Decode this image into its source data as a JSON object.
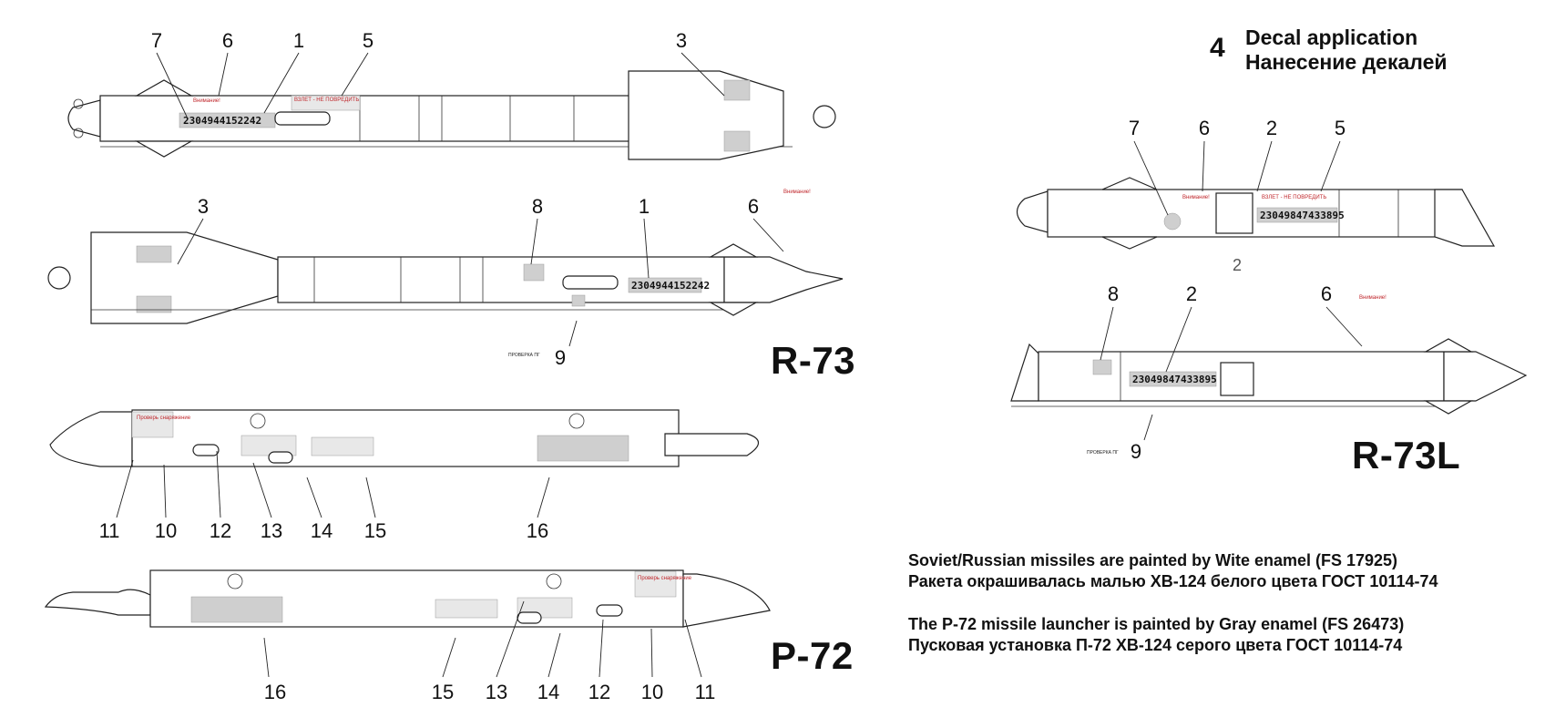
{
  "header": {
    "step_number": "4",
    "title_en": "Decal application",
    "title_ru": "Нанесение декалей"
  },
  "designations": {
    "r73": "R-73",
    "r73l": "R-73L",
    "p72": "P-72"
  },
  "notes": {
    "line1_en": "Soviet/Russian missiles are painted by Wite enamel (FS 17925)",
    "line1_ru": "Ракета окрашивалась малью ХВ-124 белого цвета ГОСТ 10114-74",
    "line2_en": "The P-72 missile launcher is painted by Gray enamel (FS 26473)",
    "line2_ru": "Пусковая установка П-72 ХВ-124 серого цвета ГОСТ 10114-74"
  },
  "serials": {
    "r73": "2304944152242",
    "r73l": "23049847433895"
  },
  "callouts": {
    "r73_top": [
      "7",
      "6",
      "1",
      "5",
      "3"
    ],
    "r73_bottom": [
      "3",
      "8",
      "1",
      "6",
      "9"
    ],
    "r73l_top": [
      "7",
      "6",
      "2",
      "5"
    ],
    "r73l_mid": "2",
    "r73l_bottom": [
      "8",
      "2",
      "6",
      "9"
    ],
    "p72_top": [
      "11",
      "10",
      "12",
      "13",
      "14",
      "15",
      "16"
    ],
    "p72_bottom": [
      "16",
      "15",
      "13",
      "14",
      "12",
      "10",
      "11"
    ]
  },
  "colors": {
    "line": "#222222",
    "decal_red": "#c0282d",
    "decal_gray": "#cfcfcf"
  }
}
